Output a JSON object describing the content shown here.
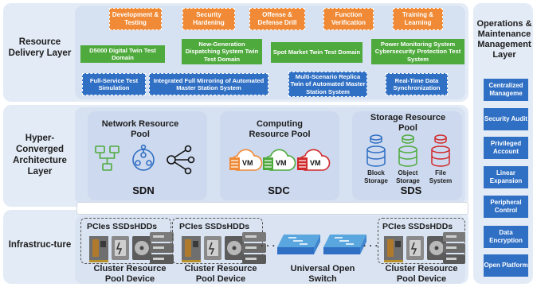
{
  "layers": {
    "delivery": "Resource Delivery Layer",
    "hyper": "Hyper-Converged Architecture Layer",
    "infra": "Infrastruc-ture"
  },
  "delivery": {
    "orange": [
      "Development & Testing",
      "Security Hardening",
      "Offense & Defense Drill",
      "Function Verification",
      "Training & Learning"
    ],
    "green": [
      "D5000 Digital Twin Test Domain",
      "New-Generation Dispatching System Twin Test Domain",
      "Spot Market Twin Test Domain",
      "Power Monitoring System Cybersecurity Protection Test System"
    ],
    "blue": [
      "Full-Service Test Simulation",
      "Integrated Full Mirroring of Automated Master Station System",
      "Multi-Scenario Replica Twin of Automated Master Station System",
      "Real-Time Data Synchronization"
    ]
  },
  "pools": {
    "network": {
      "title": "Network Resource Pool",
      "abbr": "SDN"
    },
    "computing": {
      "title": "Computing Resource Pool",
      "abbr": "SDC",
      "vm_label": "VM"
    },
    "storage": {
      "title": "Storage Resource Pool",
      "abbr": "SDS",
      "items": [
        "Block Storage",
        "Object Storage",
        "File System"
      ]
    }
  },
  "infra": {
    "device_heading": "PCIes SSDsHDDs",
    "device_caption": "Cluster Resource Pool Device",
    "switch_caption": "Universal Open Switch",
    "ellipsis": "· · ·"
  },
  "ops": {
    "title": "Operations & Maintenance Management Layer",
    "items": [
      "Centralized Manageme",
      "Security Audit",
      "Privileged Account",
      "Linear Expansion",
      "Peripheral Control",
      "Data Encryption",
      "Open Platform"
    ]
  },
  "colors": {
    "orange": "#f08a36",
    "green": "#4faa3d",
    "blue": "#2f6fc4",
    "red": "#d12a2a"
  }
}
